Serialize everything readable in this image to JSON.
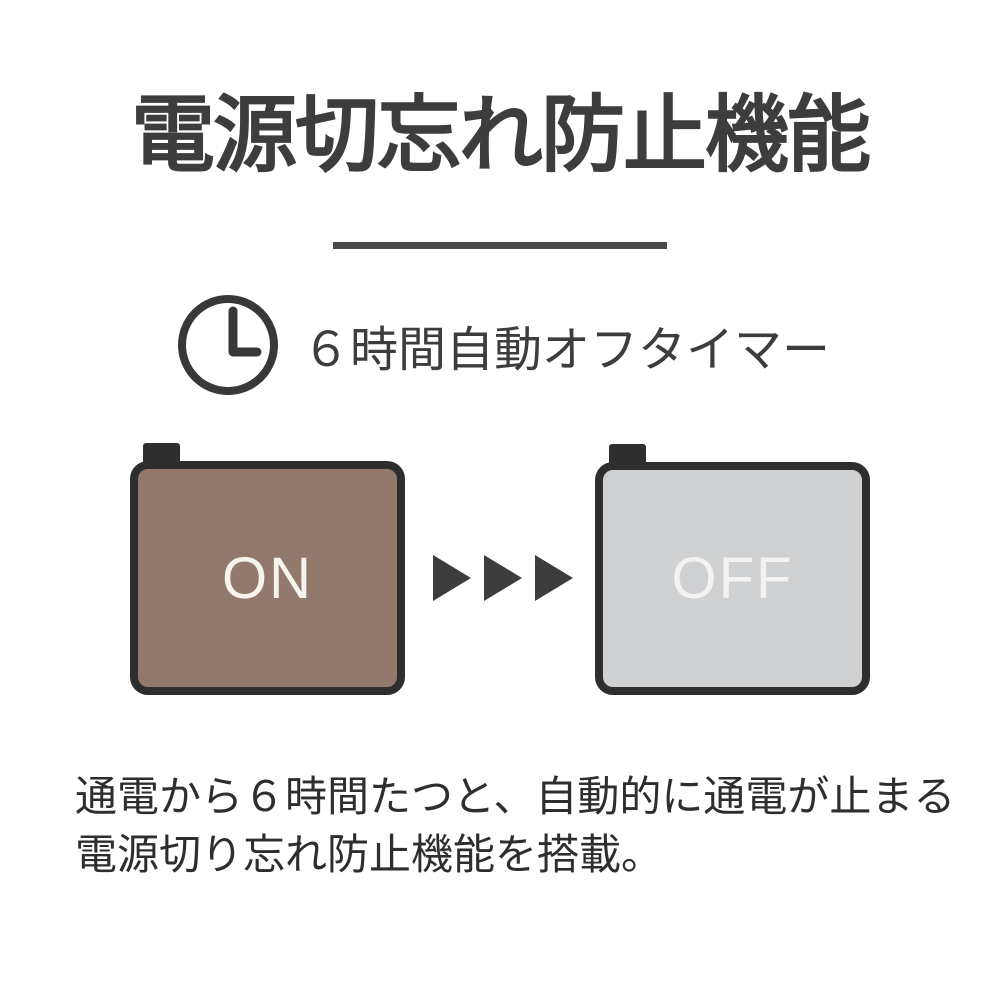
{
  "title": "電源切忘れ防止機能",
  "timer": {
    "icon": "clock-icon",
    "label": "６時間自動オフタイマー"
  },
  "diagram": {
    "on_label": "ON",
    "off_label": "OFF",
    "arrow_icon": "arrow-right-icon",
    "arrow_count": 3
  },
  "description": {
    "line1": "通電から６時間たつと、自動的に通電が止まる",
    "line2": "電源切り忘れ防止機能を搭載。"
  },
  "colors": {
    "background": "#ffffff",
    "heading_text": "#3d3d3d",
    "body_text": "#2e2e2e",
    "divider": "#4a4a4a",
    "icon": "#383838",
    "outline": "#2e2e2e",
    "arrow": "#3d3d3d",
    "on_fill": "#92796c",
    "off_fill": "#cfd0d2"
  }
}
